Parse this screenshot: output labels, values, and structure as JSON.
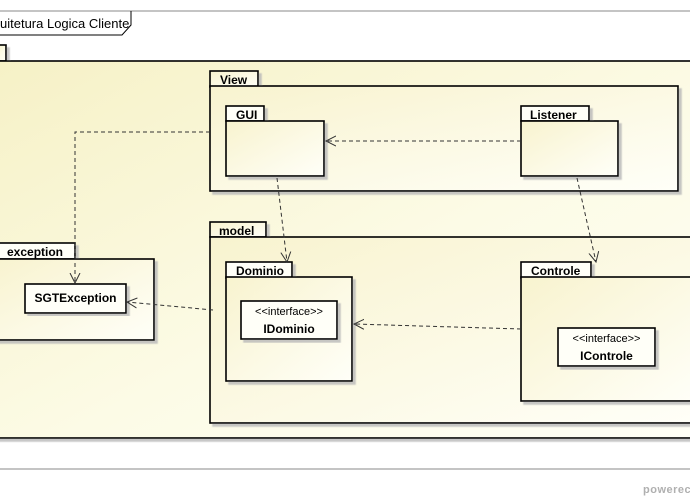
{
  "diagram": {
    "title": "uitetura Logica Cliente",
    "packages": {
      "view": "View",
      "gui": "GUI",
      "listener": "Listener",
      "model": "model",
      "dominio": "Dominio",
      "controle": "Controle",
      "exception": "exception"
    },
    "classes": {
      "sgt_exception": {
        "name": "SGTException"
      },
      "idominio": {
        "stereotype": "<<interface>>",
        "name": "IDominio"
      },
      "icontrole": {
        "stereotype": "<<interface>>",
        "name": "IControle"
      }
    },
    "footer_text": "powerec",
    "colors": {
      "package_fill_light": "#fffff4",
      "package_fill_dark": "#f5f0c5",
      "border": "#000000",
      "dependency_line": "#333333"
    }
  }
}
